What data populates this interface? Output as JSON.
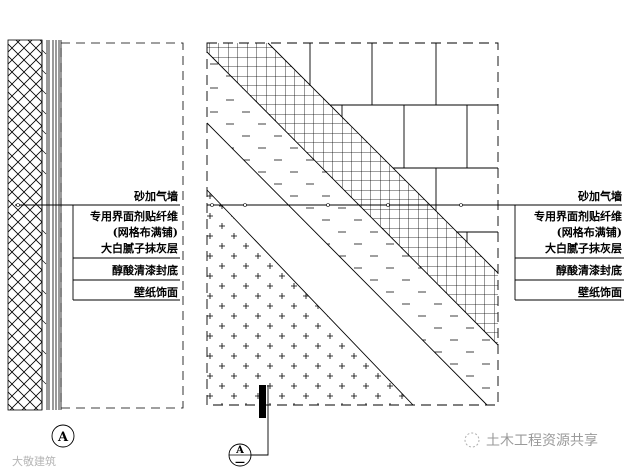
{
  "left_detail": {
    "labels": {
      "wall": "砂加气墙",
      "rows": [
        [
          "专用界面剂贴纤维",
          "(网格布满铺)",
          "大白腻子抹灰层"
        ],
        [
          "醇酸清漆封底"
        ],
        [
          "壁纸饰面"
        ]
      ]
    },
    "section_mark": "A"
  },
  "right_detail": {
    "labels": {
      "wall": "砂加气墙",
      "rows": [
        [
          "专用界面剂贴纤维",
          "(网格布满铺)",
          "大白腻子抹灰层"
        ],
        [
          "醇酸清漆封底"
        ],
        [
          "壁纸饰面"
        ]
      ]
    },
    "section_mark_top": "A",
    "section_mark_bottom": "—"
  },
  "watermarks": {
    "right": "土木工程资源共享",
    "left": "大敬建筑"
  },
  "colors": {
    "line": "#000000",
    "watermark": "#9a9a9a"
  }
}
